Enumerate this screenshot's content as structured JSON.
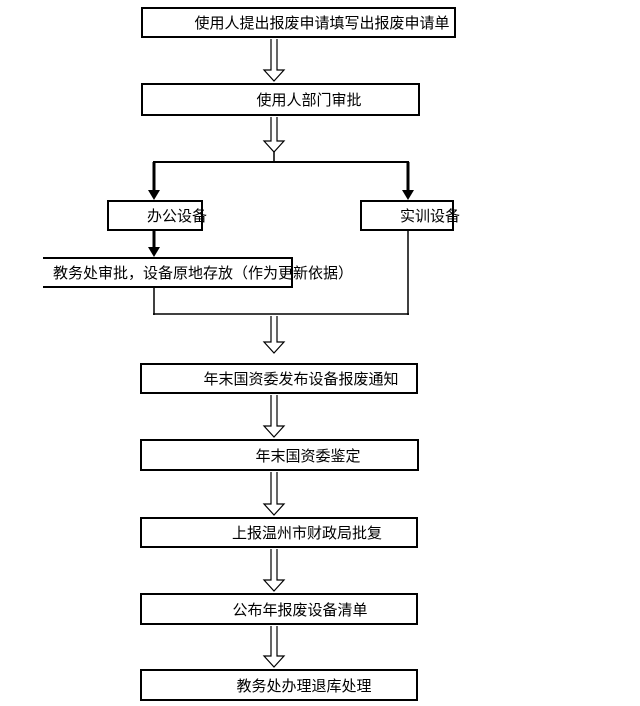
{
  "diagram": {
    "type": "flowchart",
    "background_color": "#ffffff",
    "line_color": "#000000",
    "text_color": "#000000",
    "nodes": [
      {
        "id": "apply",
        "label": "使用人提出报废申请填写出报废申请单"
      },
      {
        "id": "dept-approve",
        "label": "使用人部门审批"
      },
      {
        "id": "office-equipment",
        "label": "办公设备"
      },
      {
        "id": "training-equipment",
        "label": "实训设备"
      },
      {
        "id": "jwc-approve",
        "label": "教务处审批，设备原地存放（作为更新依据）"
      },
      {
        "id": "year-end-notice",
        "label": "年末国资委发布设备报废通知"
      },
      {
        "id": "year-end-appraise",
        "label": "年末国资委鉴定"
      },
      {
        "id": "report-finance",
        "label": "上报温州市财政局批复"
      },
      {
        "id": "publish-list",
        "label": "公布年报废设备清单"
      },
      {
        "id": "warehouse-return",
        "label": "教务处办理退库处理"
      }
    ],
    "edges": [
      {
        "from": "apply",
        "to": "dept-approve",
        "style": "hollow-arrow"
      },
      {
        "from": "dept-approve",
        "to": "office-equipment",
        "style": "solid-arrow"
      },
      {
        "from": "dept-approve",
        "to": "training-equipment",
        "style": "solid-arrow"
      },
      {
        "from": "office-equipment",
        "to": "jwc-approve",
        "style": "solid-arrow"
      },
      {
        "from": "jwc-approve",
        "to": "year-end-notice",
        "style": "hollow-arrow"
      },
      {
        "from": "training-equipment",
        "to": "year-end-notice",
        "style": "hollow-arrow"
      },
      {
        "from": "year-end-notice",
        "to": "year-end-appraise",
        "style": "hollow-arrow"
      },
      {
        "from": "year-end-appraise",
        "to": "report-finance",
        "style": "hollow-arrow"
      },
      {
        "from": "report-finance",
        "to": "publish-list",
        "style": "hollow-arrow"
      },
      {
        "from": "publish-list",
        "to": "warehouse-return",
        "style": "hollow-arrow"
      }
    ]
  }
}
